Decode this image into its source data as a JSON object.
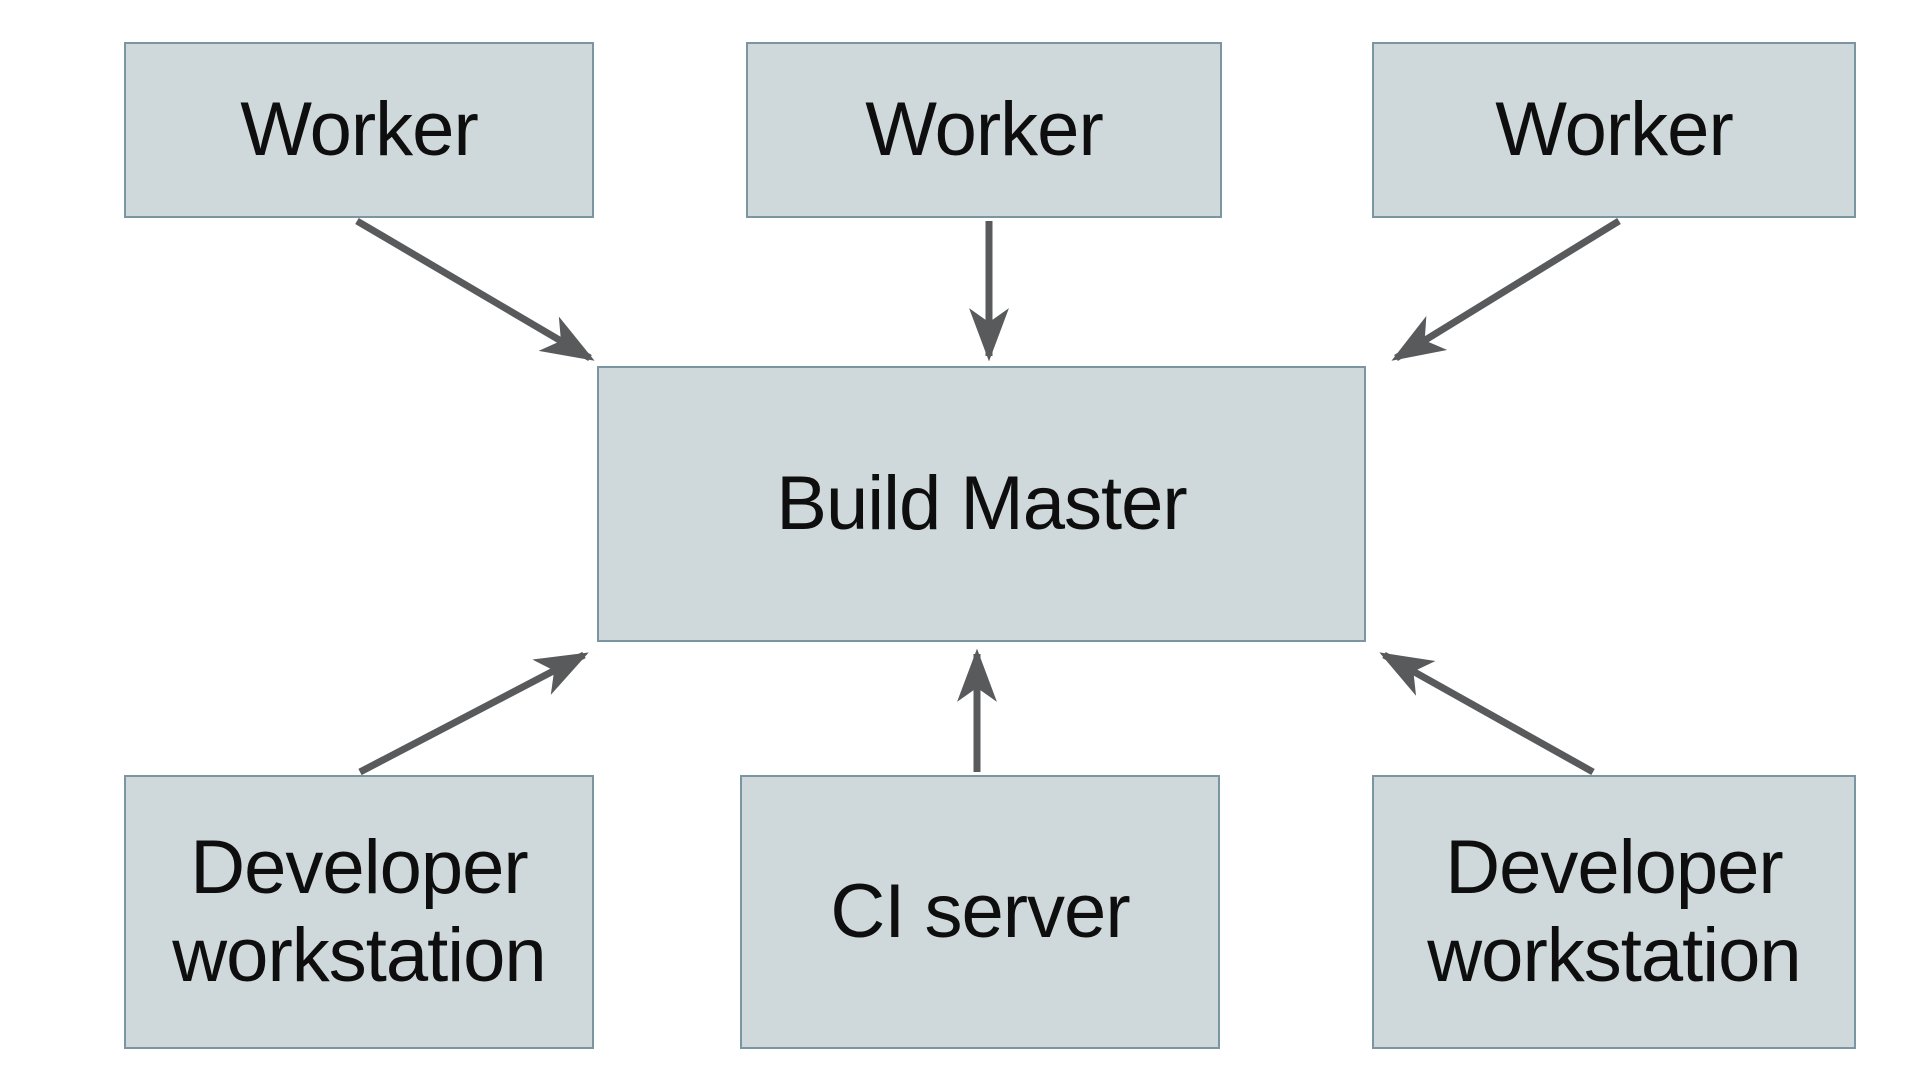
{
  "colors": {
    "box_fill": "#cfd8da",
    "box_border": "#7b96a1",
    "arrow_color": "#595a5c",
    "text_color": "#0e0e0e",
    "canvas_bg": "#ffffff"
  },
  "diagram": {
    "type": "architecture-diagram",
    "nodes": [
      {
        "id": "worker-top-left",
        "label": "Worker"
      },
      {
        "id": "worker-top-center",
        "label": "Worker"
      },
      {
        "id": "worker-top-right",
        "label": "Worker"
      },
      {
        "id": "build-master",
        "label": "Build Master"
      },
      {
        "id": "developer-workstation-left",
        "label": "Developer workstation"
      },
      {
        "id": "ci-server",
        "label": "CI server"
      },
      {
        "id": "developer-workstation-right",
        "label": "Developer workstation"
      }
    ],
    "edges": [
      {
        "from": "worker-top-left",
        "to": "build-master"
      },
      {
        "from": "worker-top-center",
        "to": "build-master"
      },
      {
        "from": "worker-top-right",
        "to": "build-master"
      },
      {
        "from": "developer-workstation-left",
        "to": "build-master"
      },
      {
        "from": "ci-server",
        "to": "build-master"
      },
      {
        "from": "developer-workstation-right",
        "to": "build-master"
      }
    ]
  }
}
